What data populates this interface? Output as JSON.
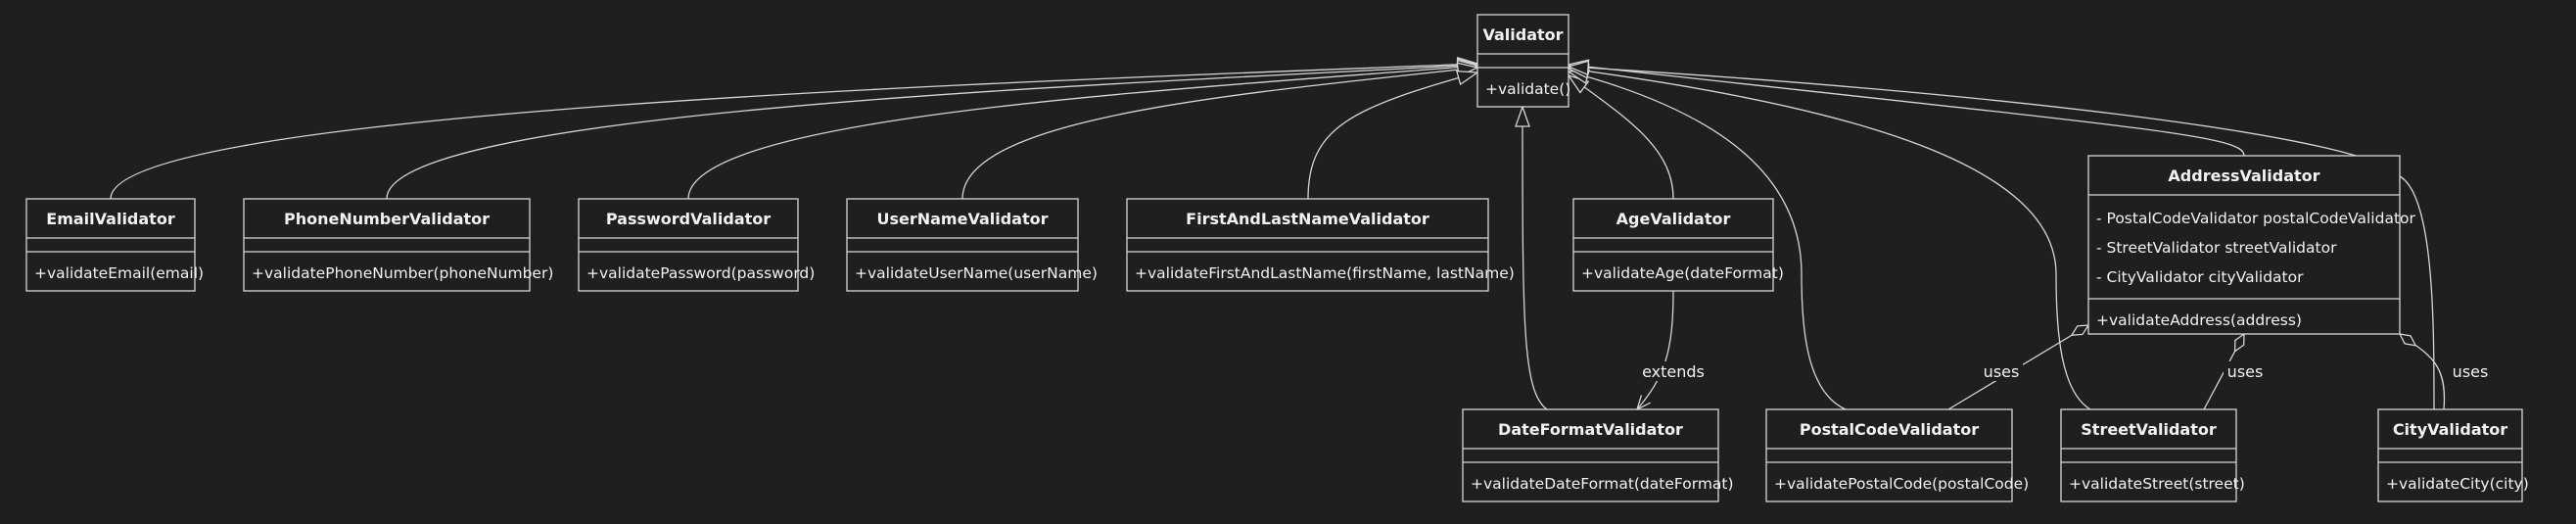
{
  "classes": {
    "validator": {
      "name": "Validator",
      "attributes": [],
      "methods": [
        "+validate()"
      ]
    },
    "email": {
      "name": "EmailValidator",
      "attributes": [],
      "methods": [
        "+validateEmail(email)"
      ]
    },
    "phone": {
      "name": "PhoneNumberValidator",
      "attributes": [],
      "methods": [
        "+validatePhoneNumber(phoneNumber)"
      ]
    },
    "password": {
      "name": "PasswordValidator",
      "attributes": [],
      "methods": [
        "+validatePassword(password)"
      ]
    },
    "username": {
      "name": "UserNameValidator",
      "attributes": [],
      "methods": [
        "+validateUserName(userName)"
      ]
    },
    "firstlast": {
      "name": "FirstAndLastNameValidator",
      "attributes": [],
      "methods": [
        "+validateFirstAndLastName(firstName, lastName)"
      ]
    },
    "age": {
      "name": "AgeValidator",
      "attributes": [],
      "methods": [
        "+validateAge(dateFormat)"
      ]
    },
    "address": {
      "name": "AddressValidator",
      "attributes": [
        "- PostalCodeValidator postalCodeValidator",
        "- StreetValidator streetValidator",
        "- CityValidator cityValidator"
      ],
      "methods": [
        "+validateAddress(address)"
      ]
    },
    "dateformat": {
      "name": "DateFormatValidator",
      "attributes": [],
      "methods": [
        "+validateDateFormat(dateFormat)"
      ]
    },
    "postal": {
      "name": "PostalCodeValidator",
      "attributes": [],
      "methods": [
        "+validatePostalCode(postalCode)"
      ]
    },
    "street": {
      "name": "StreetValidator",
      "attributes": [],
      "methods": [
        "+validateStreet(street)"
      ]
    },
    "city": {
      "name": "CityValidator",
      "attributes": [],
      "methods": [
        "+validateCity(city)"
      ]
    }
  },
  "relations": [
    {
      "from": "email",
      "to": "validator",
      "type": "inheritance",
      "label": ""
    },
    {
      "from": "phone",
      "to": "validator",
      "type": "inheritance",
      "label": ""
    },
    {
      "from": "password",
      "to": "validator",
      "type": "inheritance",
      "label": ""
    },
    {
      "from": "username",
      "to": "validator",
      "type": "inheritance",
      "label": ""
    },
    {
      "from": "firstlast",
      "to": "validator",
      "type": "inheritance",
      "label": ""
    },
    {
      "from": "age",
      "to": "validator",
      "type": "inheritance",
      "label": ""
    },
    {
      "from": "address",
      "to": "validator",
      "type": "inheritance",
      "label": ""
    },
    {
      "from": "dateformat",
      "to": "validator",
      "type": "inheritance",
      "label": ""
    },
    {
      "from": "postal",
      "to": "validator",
      "type": "inheritance",
      "label": ""
    },
    {
      "from": "street",
      "to": "validator",
      "type": "inheritance",
      "label": ""
    },
    {
      "from": "city",
      "to": "validator",
      "type": "inheritance",
      "label": ""
    },
    {
      "from": "age",
      "to": "dateformat",
      "type": "dependency",
      "label": "extends"
    },
    {
      "from": "address",
      "to": "postal",
      "type": "aggregation",
      "label": "uses"
    },
    {
      "from": "address",
      "to": "street",
      "type": "aggregation",
      "label": "uses"
    },
    {
      "from": "address",
      "to": "city",
      "type": "aggregation",
      "label": "uses"
    }
  ]
}
